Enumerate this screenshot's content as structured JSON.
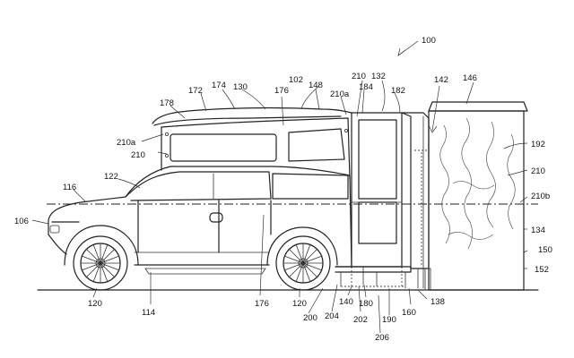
{
  "figure": {
    "labels": {
      "l100": "100",
      "l102": "102",
      "l106": "106",
      "l114": "114",
      "l116": "116",
      "l120a": "120",
      "l120b": "120",
      "l122": "122",
      "l130": "130",
      "l132": "132",
      "l134": "134",
      "l138": "138",
      "l140": "140",
      "l142": "142",
      "l146": "146",
      "l148": "148",
      "l150": "150",
      "l152": "152",
      "l160": "160",
      "l172": "172",
      "l174": "174",
      "l176a": "176",
      "l176b": "176",
      "l178": "178",
      "l180": "180",
      "l182": "182",
      "l184": "184",
      "l190": "190",
      "l192": "192",
      "l200": "200",
      "l202": "202",
      "l204": "204",
      "l206": "206",
      "l210a": "210",
      "l210b": "210",
      "l210c": "210",
      "l210a_1": "210a",
      "l210a_2": "210a",
      "l210b_1": "210b"
    }
  }
}
